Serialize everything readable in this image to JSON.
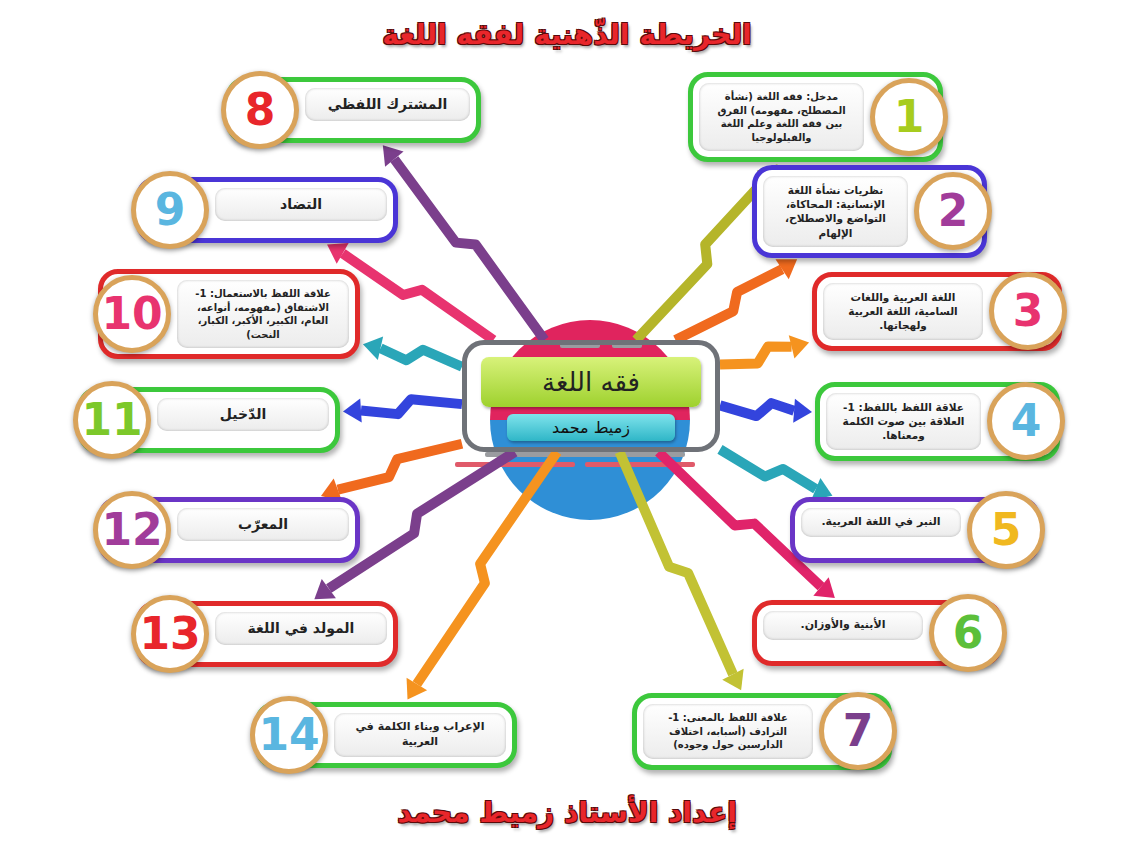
{
  "diagram": {
    "title": "الخريطة الذّهنية لفقه اللغة",
    "caption": "إعداد الأستاذ زميط محمد",
    "nodes": [
      {
        "text": [
          "فقه اللغة"
        ]
      },
      {
        "text": [
          "زميط محمد"
        ],
        "in": 0
      },
      {
        "text": [
          "مدخل: فقه اللغة (نشأة المصطلح، مفهومه) الفرق بين فقه اللغة وعلم اللغة والفيلولوجيا"
        ]
      },
      {
        "text": [
          "1"
        ],
        "in": 2
      },
      {
        "text": [
          "نظريات نشأة اللغة الإنسانية: المحاكاة، التواضع والاصطلاح، الإلهام"
        ]
      },
      {
        "text": [
          "2"
        ],
        "in": 4
      },
      {
        "text": [
          "اللغة العربية واللغات السامية، اللغة العربية ولهجاتها."
        ]
      },
      {
        "text": [
          "3"
        ],
        "in": 6
      },
      {
        "text": [
          "علاقة اللفظ باللفظ: 1- العلاقة بين صوت الكلمة ومعناها."
        ]
      },
      {
        "text": [
          "4"
        ],
        "in": 8
      },
      {
        "text": [
          "النبر في اللغة العربية."
        ]
      },
      {
        "text": [
          "5"
        ],
        "in": 10
      },
      {
        "text": [
          "الأبنية والأوزان."
        ]
      },
      {
        "text": [
          "6"
        ],
        "in": 12
      },
      {
        "text": [
          "علاقة اللفظ بالمعنى: 1- الترادف (أسبابه، اختلاف الدارسين حول وجوده)"
        ]
      },
      {
        "text": [
          "7"
        ],
        "in": 14
      },
      {
        "text": [
          "المشترك اللفظي"
        ]
      },
      {
        "text": [
          "8"
        ],
        "in": 16
      },
      {
        "text": [
          "التضاد"
        ]
      },
      {
        "text": [
          "9"
        ],
        "in": 18
      },
      {
        "text": [
          "علاقة اللفظ بالاستعمال: 1- الاشتقاق (مفهومه، أنواعه، العام، الكبير، الأكبر، الكبار، النحت)"
        ]
      },
      {
        "text": [
          "10"
        ],
        "in": 20
      },
      {
        "text": [
          "الدّخيل"
        ]
      },
      {
        "text": [
          "11"
        ],
        "in": 22
      },
      {
        "text": [
          "المعرّب"
        ]
      },
      {
        "text": [
          "12"
        ],
        "in": 24
      },
      {
        "text": [
          "المولد في اللغة"
        ]
      },
      {
        "text": [
          "13"
        ],
        "in": 26
      },
      {
        "text": [
          "الإعراب وبناء الكلمة في العربية"
        ]
      },
      {
        "text": [
          "14"
        ],
        "in": 28
      }
    ],
    "edges": [
      {
        "from": 0,
        "to": 2,
        "arrow": "to"
      },
      {
        "from": 0,
        "to": 4,
        "arrow": "to"
      },
      {
        "from": 0,
        "to": 6,
        "arrow": "to"
      },
      {
        "from": 0,
        "to": 8,
        "arrow": "to"
      },
      {
        "from": 0,
        "to": 10,
        "arrow": "to"
      },
      {
        "from": 0,
        "to": 12,
        "arrow": "to"
      },
      {
        "from": 0,
        "to": 14,
        "arrow": "to"
      },
      {
        "from": 0,
        "to": 16,
        "arrow": "to"
      },
      {
        "from": 0,
        "to": 18,
        "arrow": "to"
      },
      {
        "from": 0,
        "to": 20,
        "arrow": "to"
      },
      {
        "from": 0,
        "to": 22,
        "arrow": "to"
      },
      {
        "from": 0,
        "to": 24,
        "arrow": "to"
      },
      {
        "from": 0,
        "to": 26,
        "arrow": "to"
      },
      {
        "from": 0,
        "to": 28,
        "arrow": "to"
      }
    ]
  }
}
